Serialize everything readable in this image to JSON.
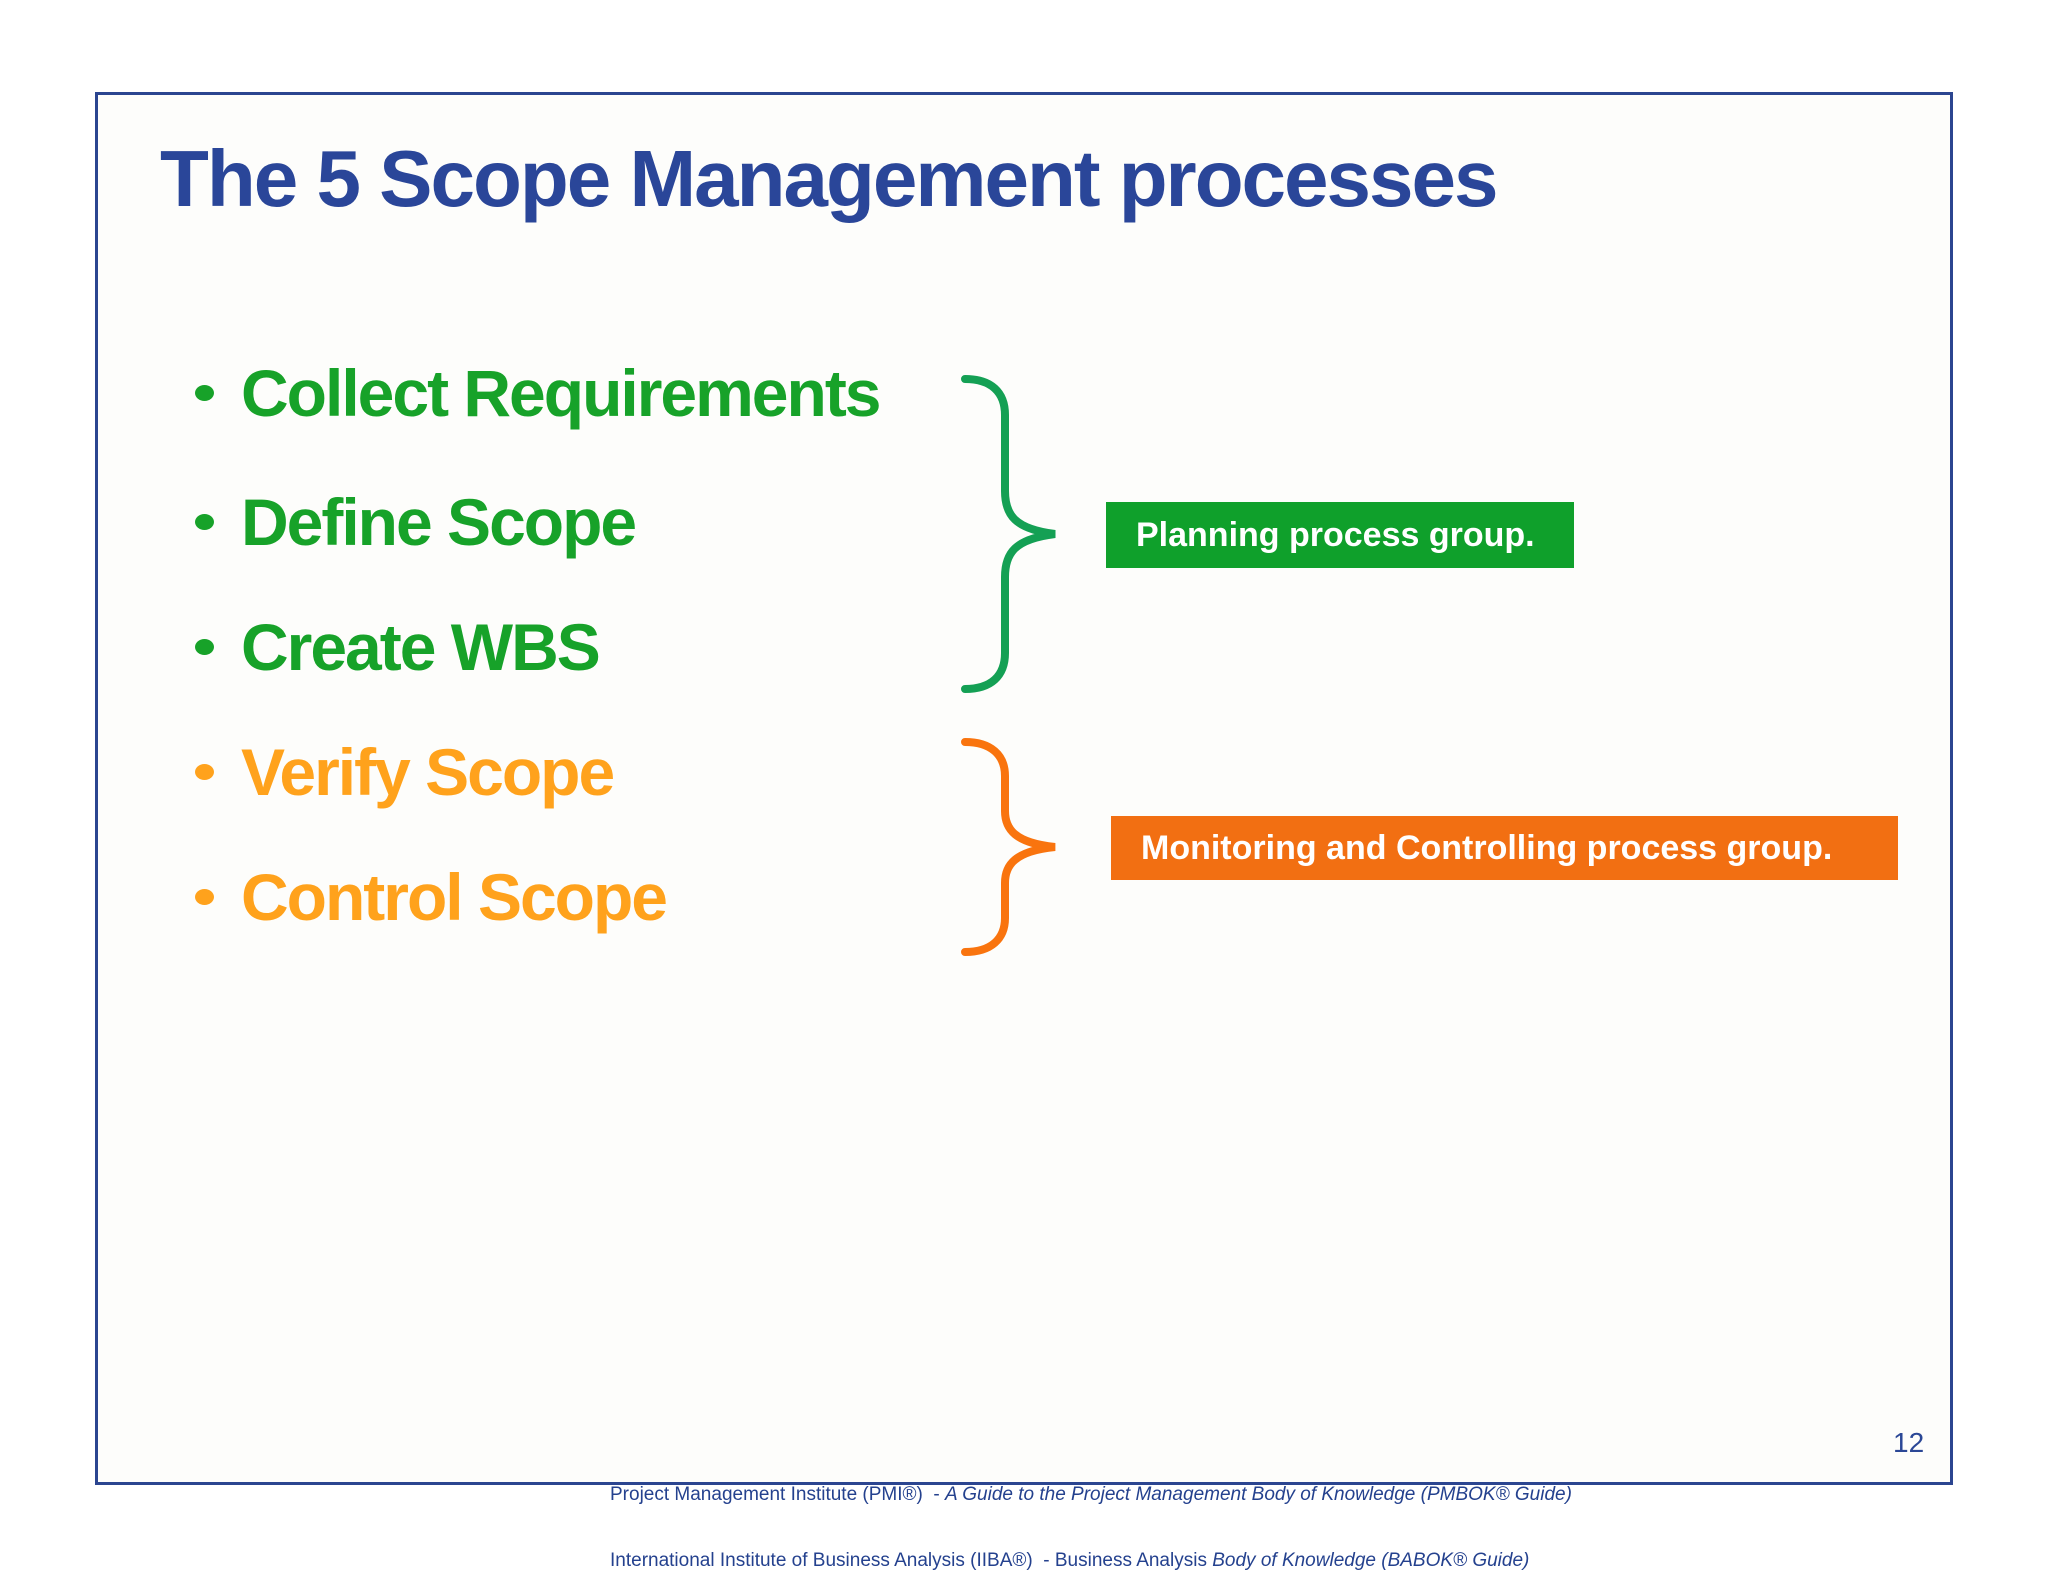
{
  "slide": {
    "title": "The 5 Scope Management processes",
    "bullets": [
      {
        "label": "Collect Requirements",
        "group": "planning",
        "color": "#17a229"
      },
      {
        "label": "Define Scope",
        "group": "planning",
        "color": "#17a229"
      },
      {
        "label": "Create WBS",
        "group": "planning",
        "color": "#17a229"
      },
      {
        "label": "Verify Scope",
        "group": "monitoring-and-controlling",
        "color": "#ffa21c"
      },
      {
        "label": "Control Scope",
        "group": "monitoring-and-controlling",
        "color": "#ffa21c"
      }
    ],
    "groups": [
      {
        "label": "Planning process group.",
        "background": "#0fa02b",
        "brace_color": "#14a054"
      },
      {
        "label": "Monitoring and Controlling process group.",
        "background": "#f26f12",
        "brace_color": "#f9740e"
      }
    ],
    "footer": {
      "line1_regular": "Project Management Institute (PMI®)  - ",
      "line1_italic": "A Guide to the Project Management Body of Knowledge (PMBOK® Guide)",
      "line2_regular": "International Institute of Business Analysis (IIBA®)  - Business Analysis ",
      "line2_italic": "Body of Knowledge (BABOK® Guide)"
    },
    "page_number": "12",
    "colors": {
      "title": "#2a4699",
      "border": "#2b4590",
      "footer_text": "#24418e",
      "slide_background": "#fdfdfb"
    }
  }
}
